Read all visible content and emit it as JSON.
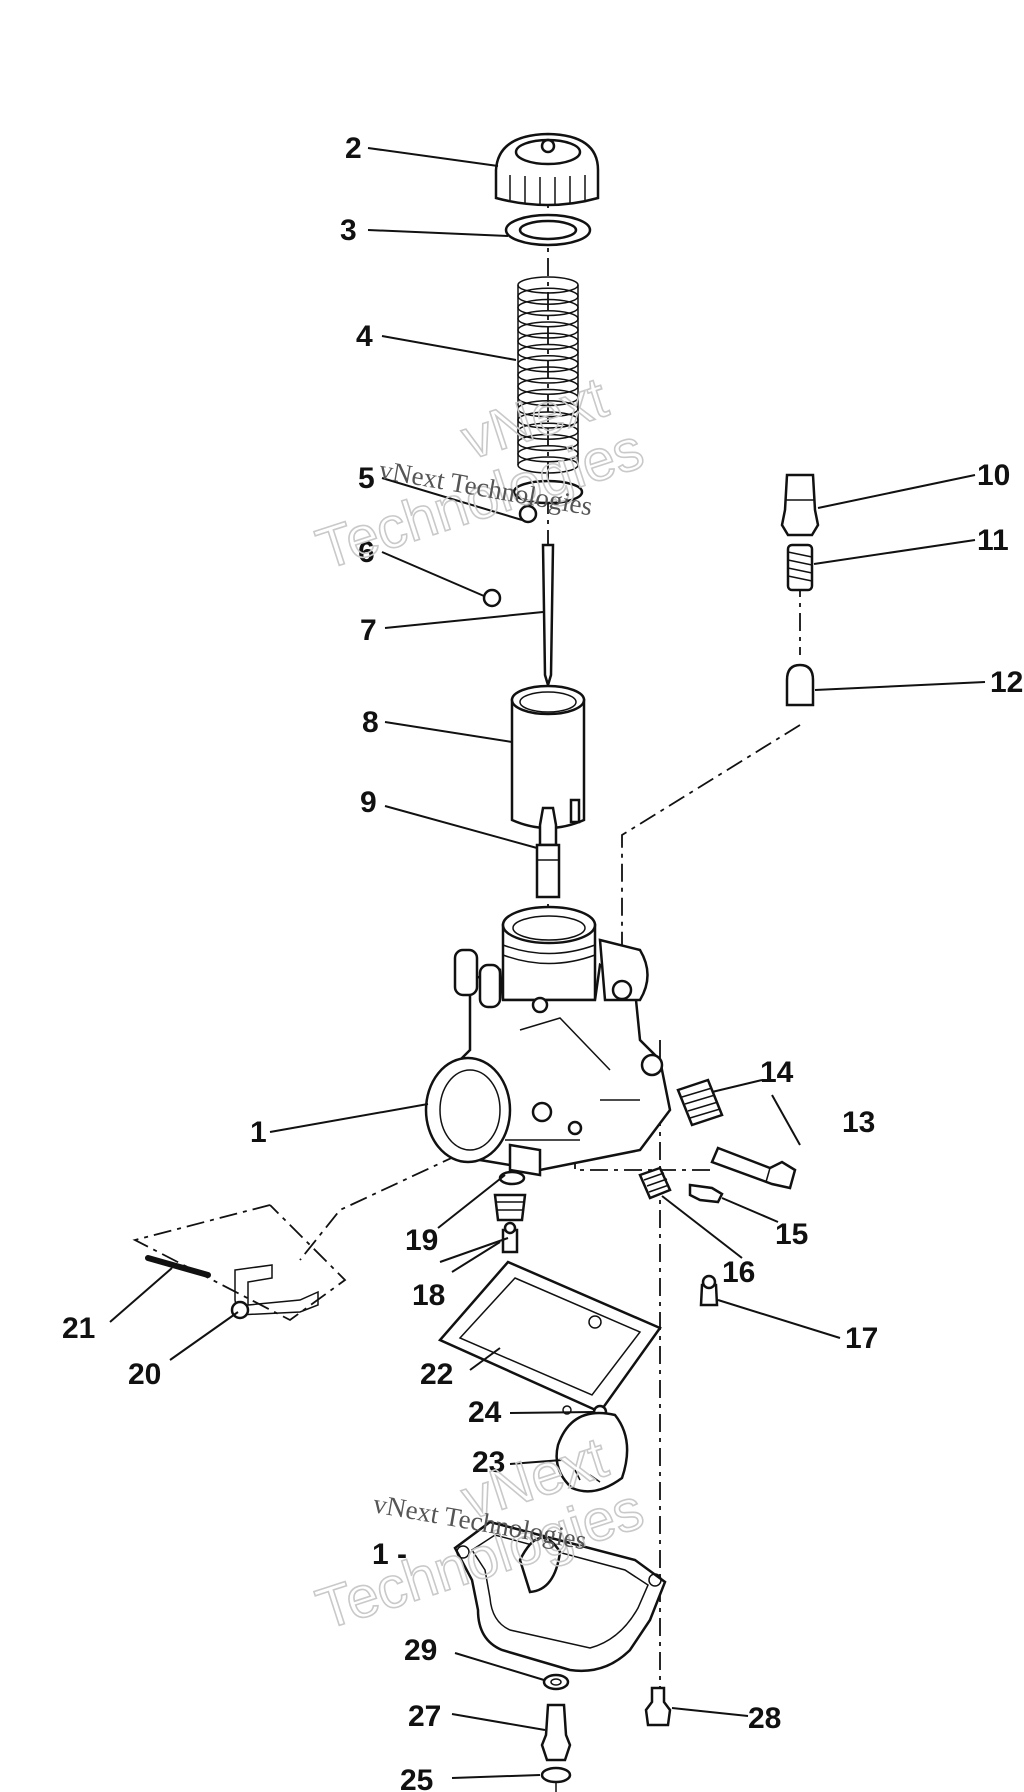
{
  "callouts": {
    "c1a": "1",
    "c2": "2",
    "c3": "3",
    "c4": "4",
    "c5": "5",
    "c6": "6",
    "c7": "7",
    "c8": "8",
    "c9": "9",
    "c10": "10",
    "c11": "11",
    "c12": "12",
    "c13": "13",
    "c14": "14",
    "c15": "15",
    "c16": "16",
    "c17": "17",
    "c18": "18",
    "c19": "19",
    "c20": "20",
    "c21": "21",
    "c22": "22",
    "c23": "23",
    "c24": "24",
    "c25": "25",
    "c27": "27",
    "c28": "28",
    "c29": "29",
    "c1b": "1 -"
  },
  "watermark": {
    "big_line1": "vNext",
    "big_line2": "Technologies",
    "small": "vNext Technologies"
  }
}
